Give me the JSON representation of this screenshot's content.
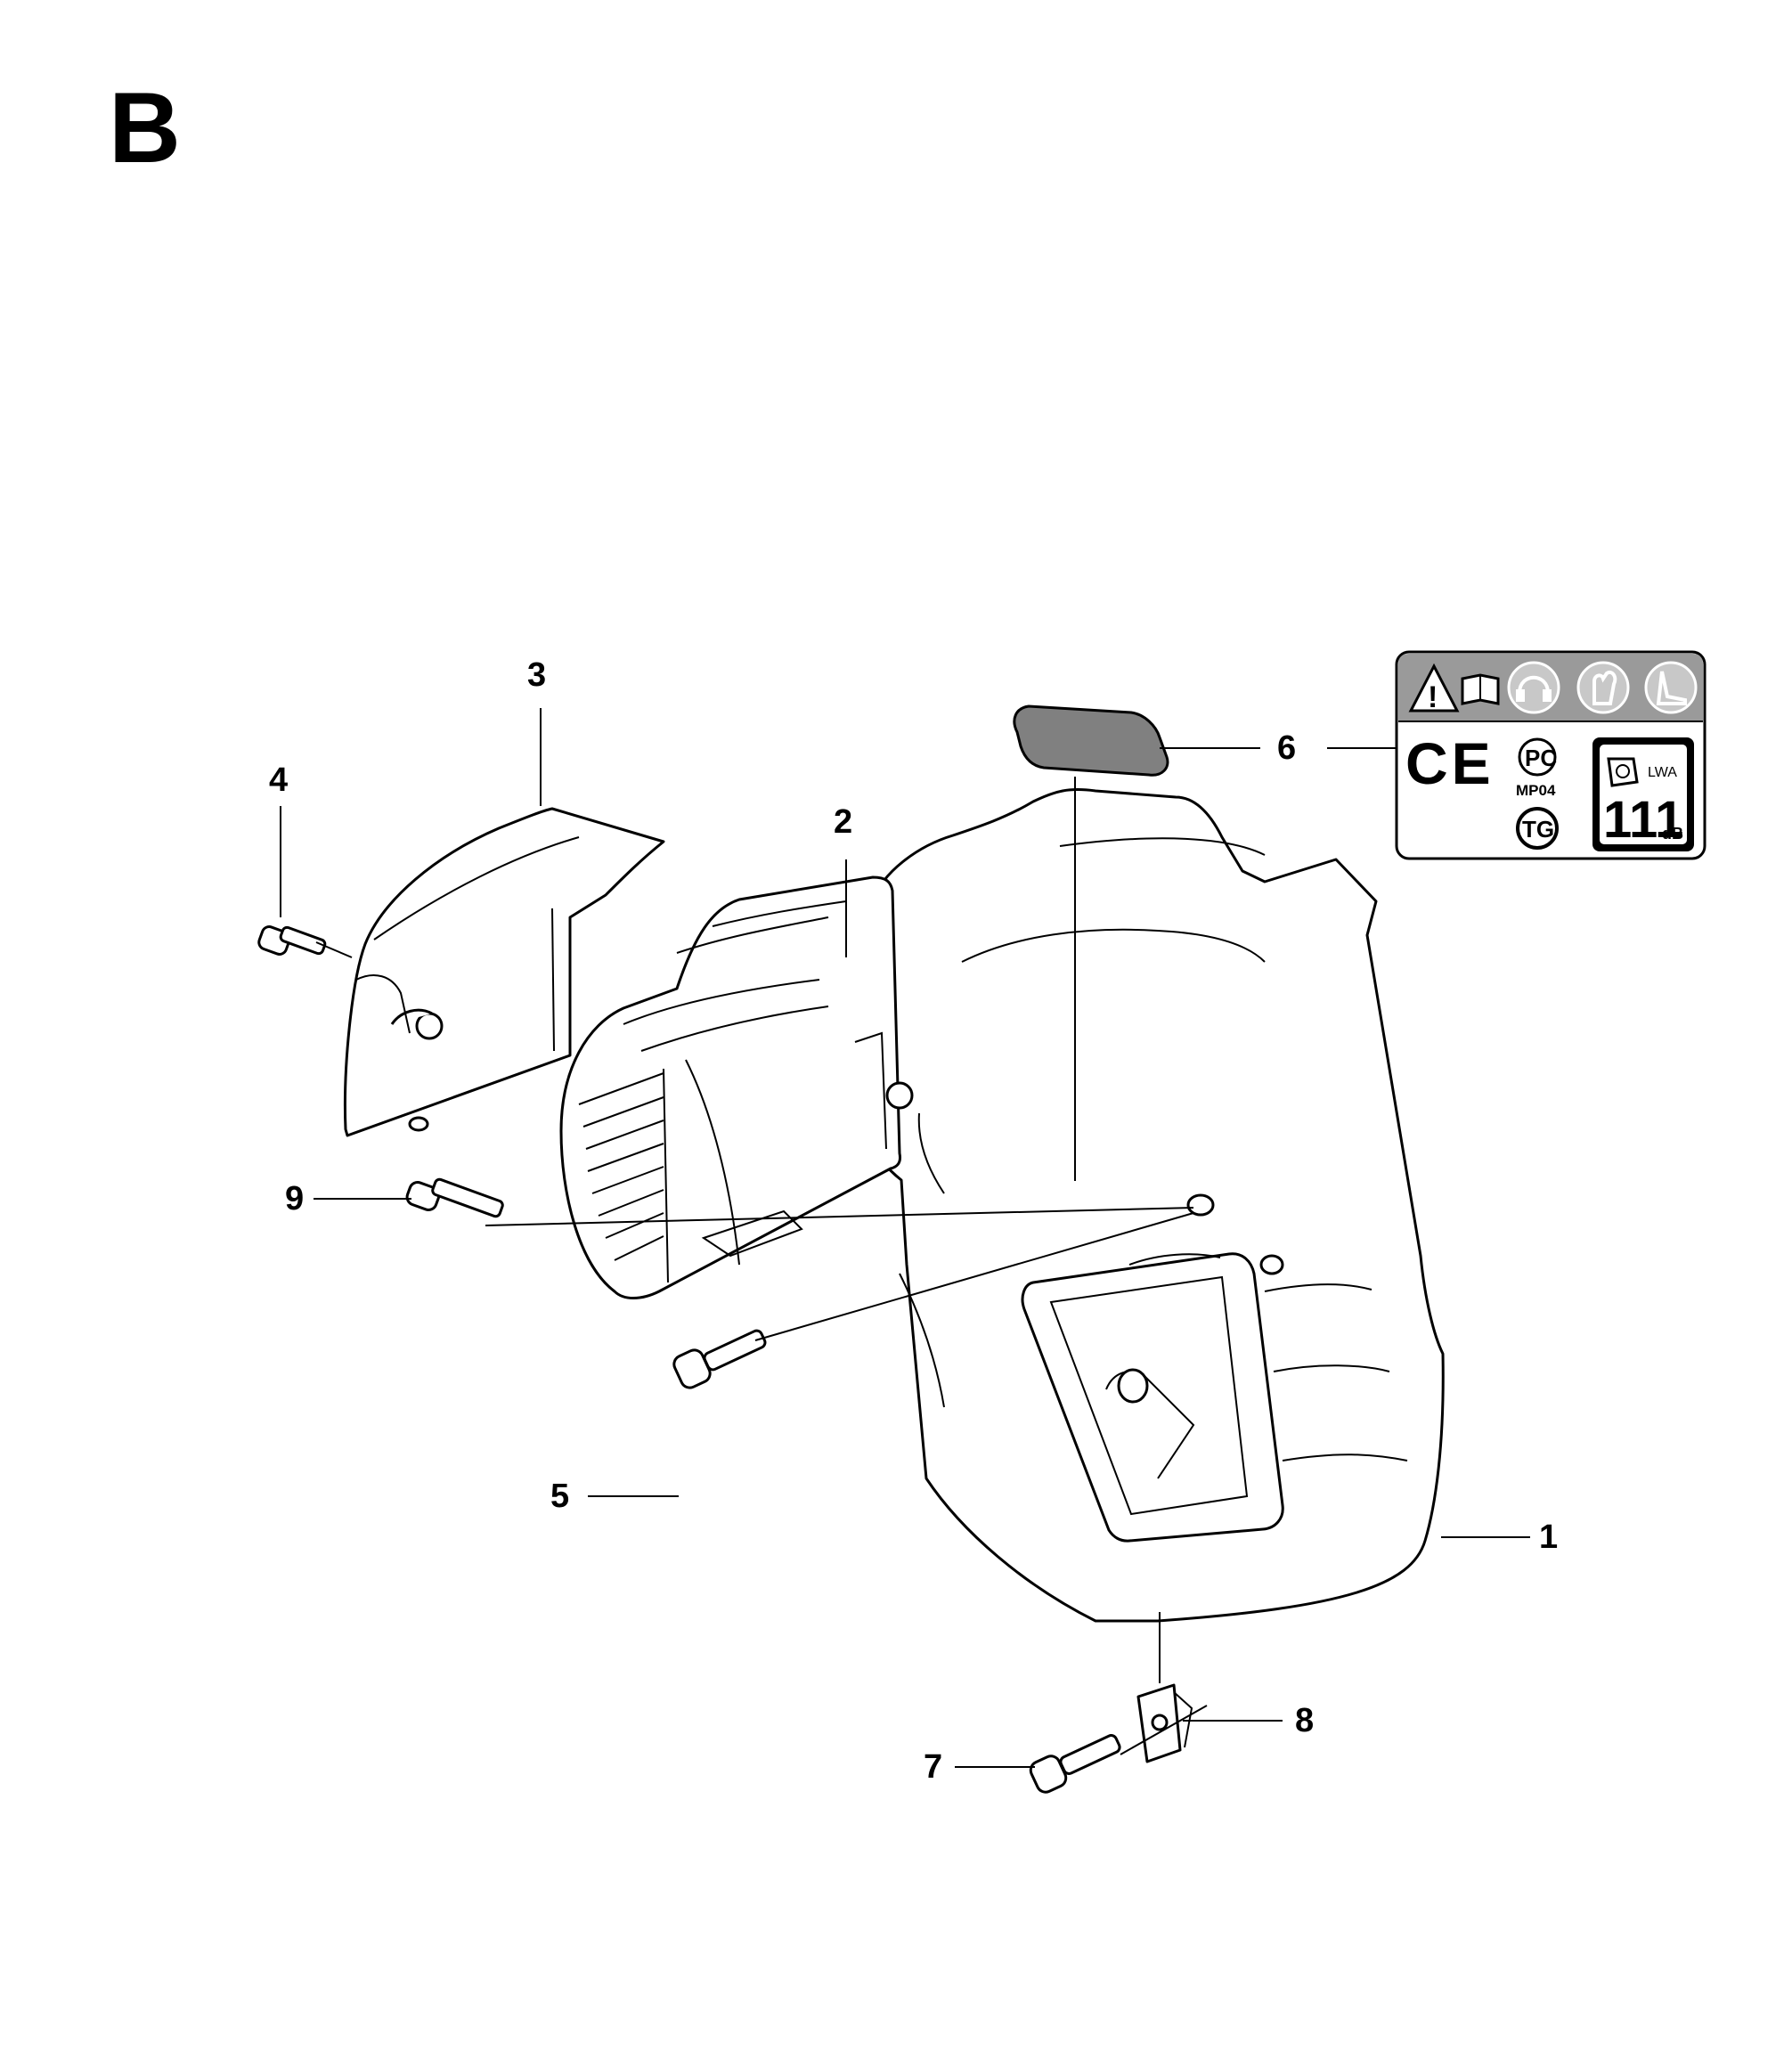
{
  "section_letter": "B",
  "callouts": [
    {
      "id": "1",
      "label": "1"
    },
    {
      "id": "2",
      "label": "2"
    },
    {
      "id": "3",
      "label": "3"
    },
    {
      "id": "4",
      "label": "4"
    },
    {
      "id": "5",
      "label": "5"
    },
    {
      "id": "6",
      "label": "6"
    },
    {
      "id": "7",
      "label": "7"
    },
    {
      "id": "8",
      "label": "8"
    },
    {
      "id": "9",
      "label": "9"
    }
  ],
  "decal": {
    "mark_ce": "CE",
    "mark_pct": "PC",
    "mark_mp04": "MP04",
    "mark_tg": "TG",
    "lwa_label": "LWA",
    "noise_value": "111",
    "noise_unit": "dB"
  },
  "icons": [
    "warning-icon",
    "manual-book-icon",
    "ear-protection-icon",
    "glove-icon",
    "boot-icon",
    "speaker-icon"
  ]
}
